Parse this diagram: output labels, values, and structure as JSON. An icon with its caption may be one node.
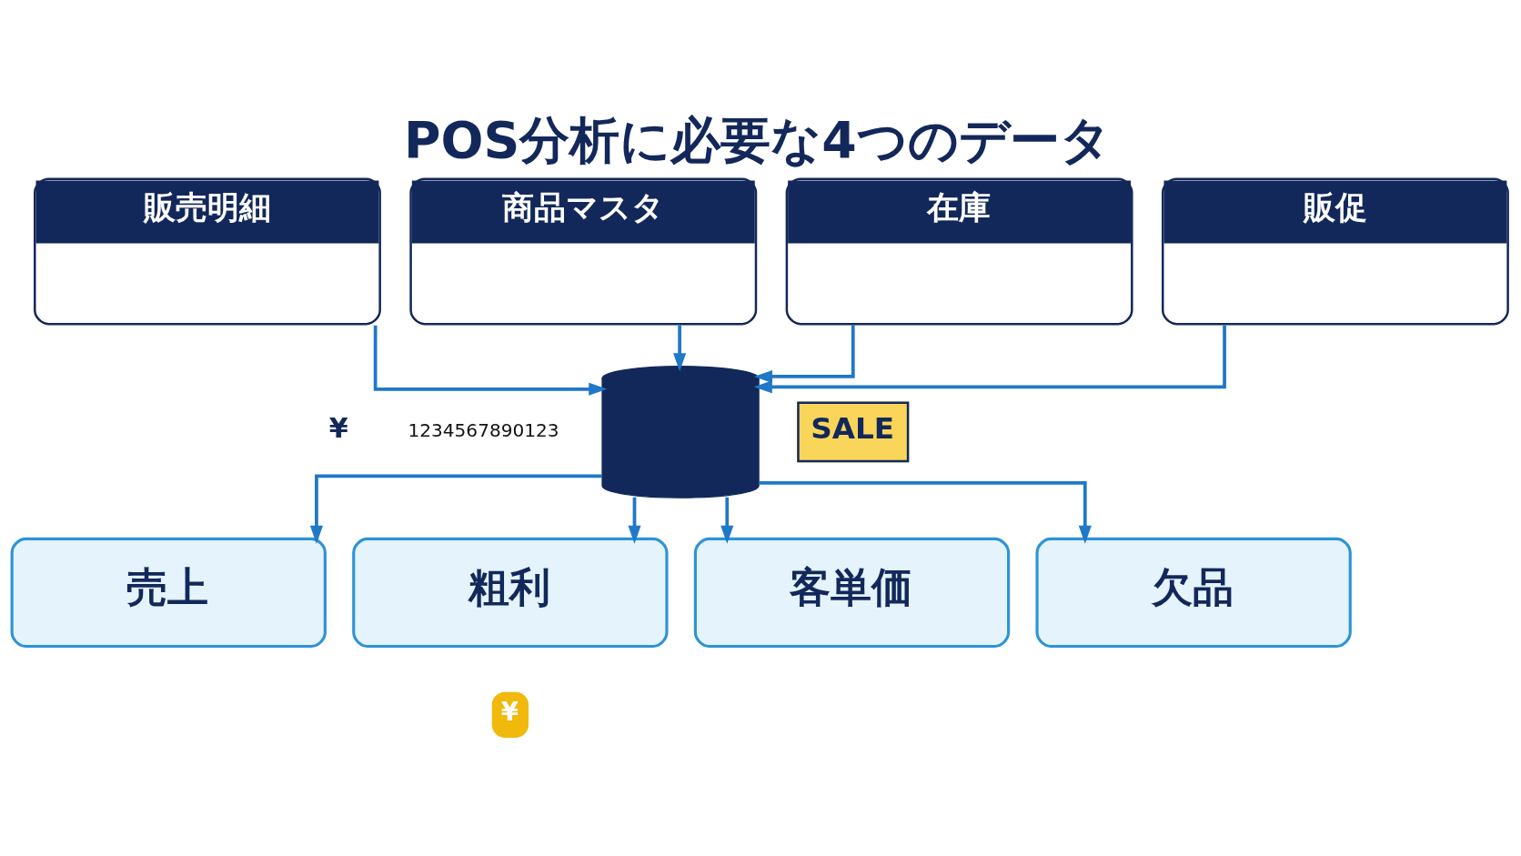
{
  "diagram": {
    "title": "POS分析に必要な4つのデータ",
    "nodes": [
      {
        "text": [
          "販売明細"
        ]
      },
      {
        "text": [
          "商品マスタ"
        ]
      },
      {
        "text": [
          "在庫"
        ]
      },
      {
        "text": [
          "販促"
        ]
      },
      {
        "text": [],
        "shape": "cylinder"
      },
      {
        "text": [
          "売上"
        ]
      },
      {
        "text": [
          "粗利"
        ]
      },
      {
        "text": [
          "客単価"
        ]
      },
      {
        "text": [
          "欠品"
        ]
      }
    ],
    "edges": [
      {
        "from": 0,
        "to": 4,
        "arrow": "to"
      },
      {
        "from": 1,
        "to": 4,
        "arrow": "to"
      },
      {
        "from": 2,
        "to": 4,
        "arrow": "to"
      },
      {
        "from": 3,
        "to": 4,
        "arrow": "to"
      },
      {
        "from": 4,
        "to": 5,
        "arrow": "to"
      },
      {
        "from": 4,
        "to": 6,
        "arrow": "to"
      },
      {
        "from": 4,
        "to": 7,
        "arrow": "to"
      },
      {
        "from": 4,
        "to": 8,
        "arrow": "to"
      }
    ],
    "labels": [
      "¥",
      "1234567890123",
      "SALE",
      "¥"
    ]
  }
}
